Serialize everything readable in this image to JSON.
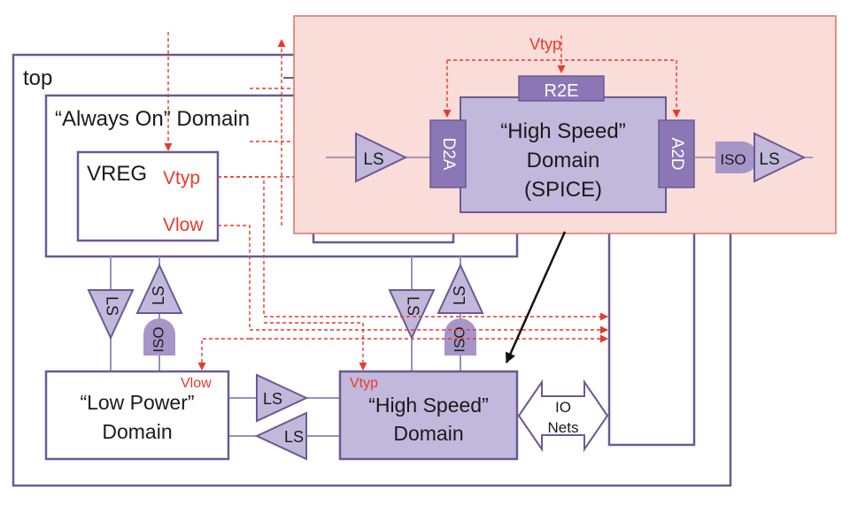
{
  "labels": {
    "top": "top",
    "always_on": "“Always On” Domain",
    "vreg": "VREG",
    "vtyp": "Vtyp",
    "vlow": "Vlow",
    "low_power_1": "“Low Power”",
    "low_power_2": "Domain",
    "hs_1": "“High Speed”",
    "hs_2": "Domain",
    "hs_spice_3": "(SPICE)",
    "io_1": "IO",
    "io_2": "Nets",
    "ls": "LS",
    "iso": "ISO",
    "d2a": "D2A",
    "a2d": "A2D",
    "r2e": "R2E"
  },
  "colors": {
    "outline": "#6a5a94",
    "domain_fill": "#c2b8dc",
    "block_fill": "#8b77b6",
    "callout_fill": "#fadcd8",
    "callout_border": "#d9726a",
    "signal_red": "#e8392b"
  }
}
